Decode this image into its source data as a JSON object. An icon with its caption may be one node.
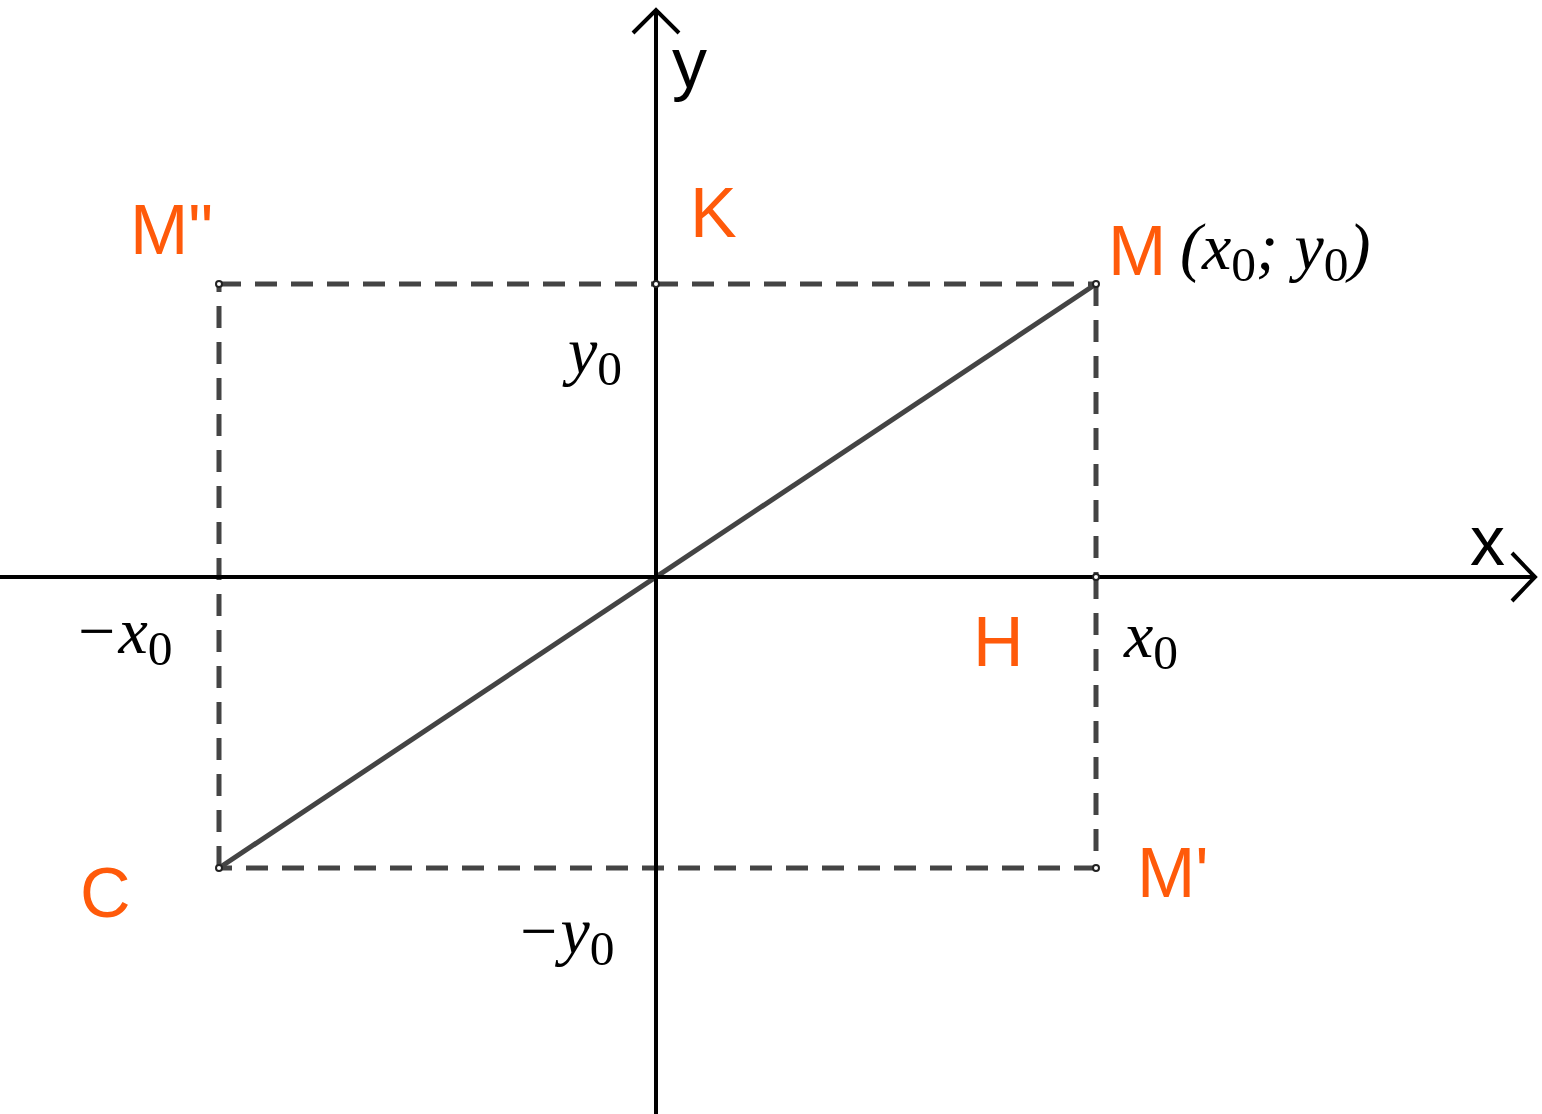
{
  "diagram": {
    "nodes": [
      {
        "text": [
          "M",
          "(x$_{0}$; y$_{0}$)"
        ]
      },
      {
        "text": [
          "M\""
        ]
      },
      {
        "text": [
          "K"
        ]
      },
      {
        "text": [
          "H"
        ]
      },
      {
        "text": [
          "M'"
        ]
      },
      {
        "text": [
          "C"
        ]
      }
    ],
    "edges": [
      {
        "from": 0,
        "to": 5,
        "arrow": "none"
      },
      {
        "from": 1,
        "to": 2,
        "arrow": "none",
        "style": "dashed"
      },
      {
        "from": 2,
        "to": 0,
        "arrow": "none",
        "style": "dashed"
      },
      {
        "from": 0,
        "to": 3,
        "arrow": "none",
        "style": "dashed"
      },
      {
        "from": 3,
        "to": 4,
        "arrow": "none",
        "style": "dashed"
      },
      {
        "from": 4,
        "to": 5,
        "arrow": "none",
        "style": "dashed"
      },
      {
        "from": 5,
        "to": 1,
        "arrow": "none",
        "style": "dashed"
      }
    ],
    "labels": [
      "y",
      "x",
      "y$_{0}$",
      "−x$_{0}$",
      "x$_{0}$",
      "−y$_{0}$"
    ]
  }
}
